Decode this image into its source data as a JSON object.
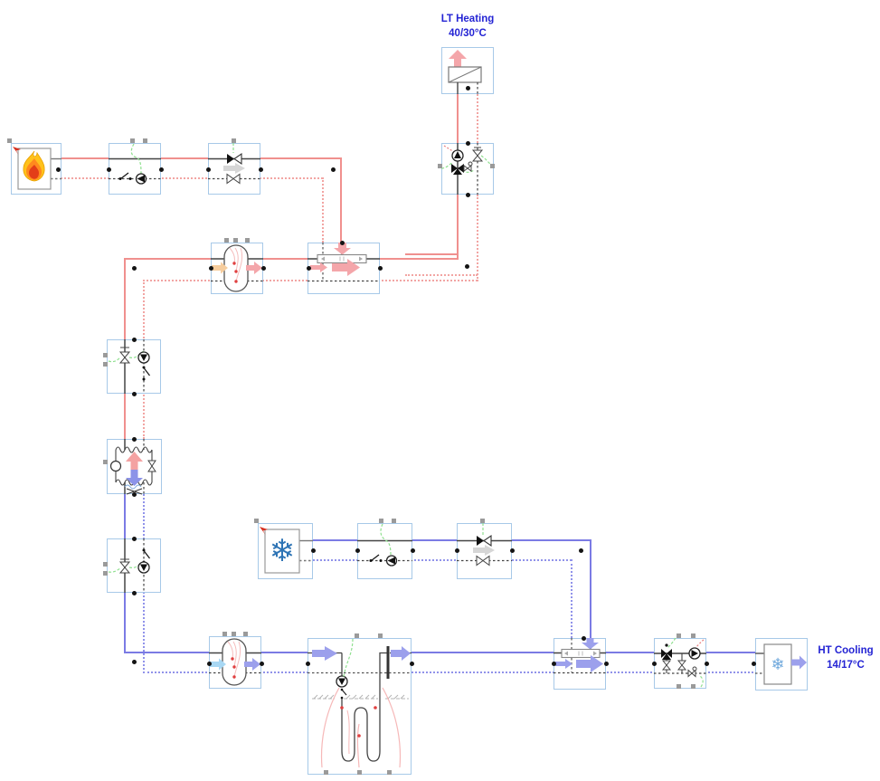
{
  "diagram": {
    "labels": {
      "lt_heating": {
        "title": "LT Heating",
        "temps": "40/30°C"
      },
      "ht_cooling": {
        "title": "HT Cooling",
        "temps": "14/17°C"
      }
    },
    "icons": {
      "boiler": "flame-icon",
      "chiller": "snowflake-icon",
      "chiller_glyph": "❄",
      "ht_cooling_emitter": "snowflake-icon",
      "ht_cooling_glyph": "❄"
    },
    "colors": {
      "heating_supply": "#F0908E",
      "heating_return": "#F2A5A3",
      "cooling_supply": "#7B7BE4",
      "cooling_return": "#9193EA",
      "control": "#8FE08F",
      "component_border": "#A7C9E8",
      "label_blue": "#2424D4"
    }
  }
}
